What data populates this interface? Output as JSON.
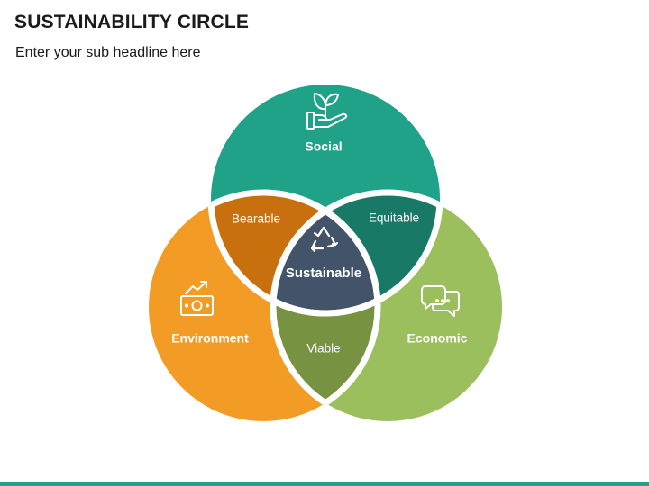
{
  "header": {
    "title": "SUSTAINABILITY CIRCLE",
    "subtitle": "Enter your sub headline here"
  },
  "diagram": {
    "circles": {
      "social": {
        "label": "Social",
        "icon": "plant-hand-icon",
        "color": "#1fa287"
      },
      "environment": {
        "label": "Environment",
        "icon": "money-growth-icon",
        "color": "#f39c25"
      },
      "economic": {
        "label": "Economic",
        "icon": "chat-bubbles-icon",
        "color": "#9bbf5d"
      }
    },
    "overlaps": {
      "bearable": {
        "label": "Bearable",
        "color": "#c9700e"
      },
      "equitable": {
        "label": "Equitable",
        "color": "#187a66"
      },
      "viable": {
        "label": "Viable",
        "color": "#779240"
      }
    },
    "center": {
      "label": "Sustainable",
      "icon": "recycle-icon",
      "color": "#43546a"
    }
  },
  "colors": {
    "gap": "#ffffff",
    "bottom_bar": "#1fa287"
  }
}
